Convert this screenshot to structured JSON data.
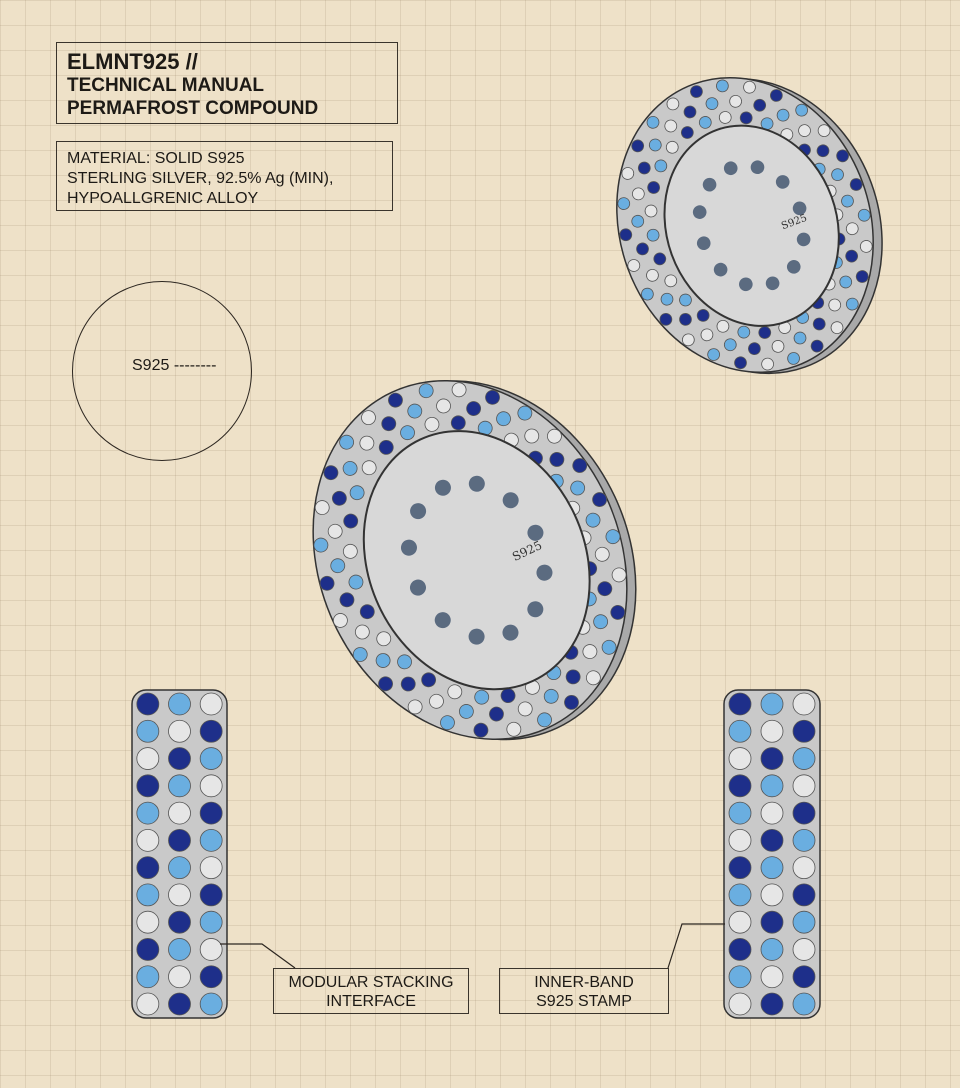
{
  "title": {
    "line1": "ELMNT925 //",
    "line2": "TECHNICAL MANUAL",
    "line3": "PERMAFROST COMPOUND"
  },
  "material": {
    "line1": "MATERIAL:  SOLID S925",
    "line2": "STERLING SILVER, 92.5% Ag (MIN),",
    "line3": "HYPOALLGRENIC ALLOY"
  },
  "stamp_detail": {
    "label": "S925"
  },
  "callouts": {
    "stacking": {
      "line1": "MODULAR STACKING",
      "line2": "INTERFACE"
    },
    "stamp": {
      "line1": "INNER-BAND",
      "line2": "S925 STAMP"
    }
  },
  "ring_engraving": "S925",
  "colors": {
    "paper": "#eee1c8",
    "silver": "#c9c9c9",
    "sapphire": "#1e2f8a",
    "sky": "#6aaee0",
    "white_stone": "#e6e6e6",
    "ink": "#2c2620"
  }
}
